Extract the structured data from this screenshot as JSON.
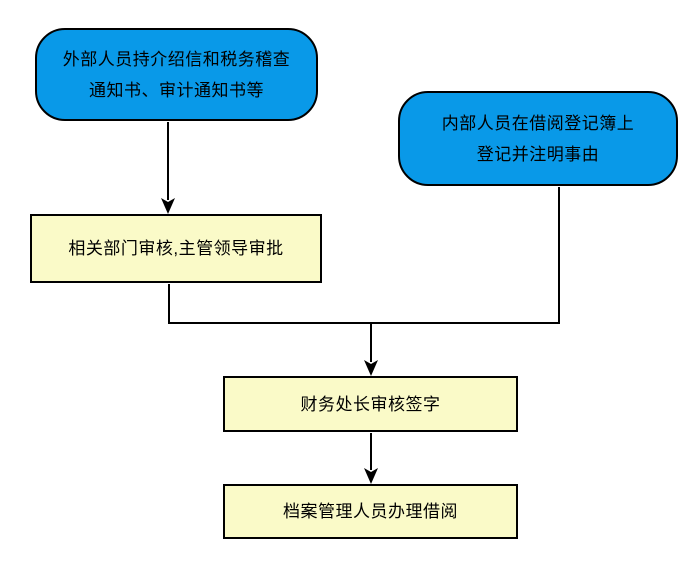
{
  "colors": {
    "entry_fill": "#0999E8",
    "process_fill": "#FAFAC8",
    "border": "#000000",
    "line": "#000000",
    "background": "#FFFFFF"
  },
  "nodes": {
    "external": {
      "lines": [
        "外部人员持介绍信和税务稽查",
        "通知书、审计通知书等"
      ]
    },
    "internal": {
      "lines": [
        "内部人员在借阅登记簿上",
        "登记并注明事由"
      ]
    },
    "review": {
      "lines": [
        "相关部门审核,主管领导审批"
      ]
    },
    "sign": {
      "lines": [
        "财务处长审核签字"
      ]
    },
    "archive": {
      "lines": [
        "档案管理人员办理借阅"
      ]
    }
  }
}
